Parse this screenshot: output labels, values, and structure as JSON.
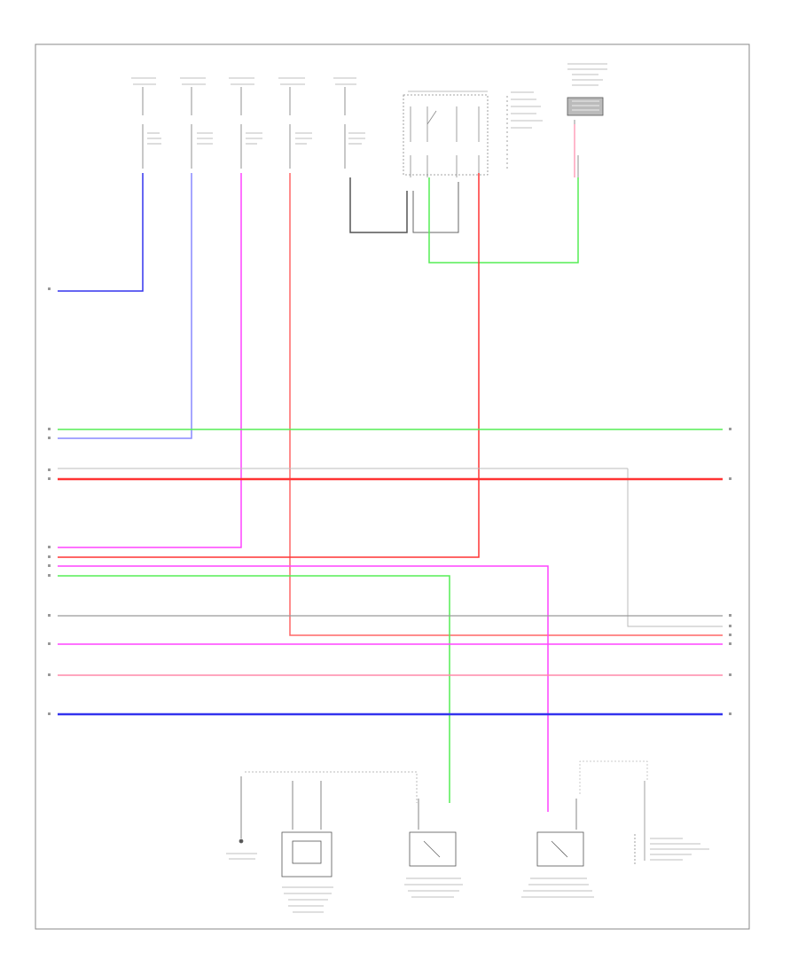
{
  "diagram": {
    "footer_code": "",
    "wire_colors": {
      "blue": "#3333ee",
      "light_blue": "#8888ff",
      "red": "#ff3333",
      "pink": "#ff88aa",
      "magenta": "#ff44ff",
      "light_green": "#55ee55",
      "gray": "#999999",
      "dark_gray": "#555555"
    },
    "components": [
      {
        "id": "fuse-1",
        "label": ""
      },
      {
        "id": "fuse-2",
        "label": ""
      },
      {
        "id": "fuse-3",
        "label": ""
      },
      {
        "id": "fuse-4",
        "label": ""
      },
      {
        "id": "fuse-5",
        "label": ""
      },
      {
        "id": "ignition-switch",
        "label": ""
      },
      {
        "id": "top-right-module",
        "label": ""
      },
      {
        "id": "bottom-ground",
        "label": ""
      },
      {
        "id": "bottom-relay",
        "label": ""
      },
      {
        "id": "bottom-switch-left",
        "label": ""
      },
      {
        "id": "bottom-switch-right",
        "label": ""
      },
      {
        "id": "bottom-right-ground",
        "label": ""
      }
    ]
  }
}
